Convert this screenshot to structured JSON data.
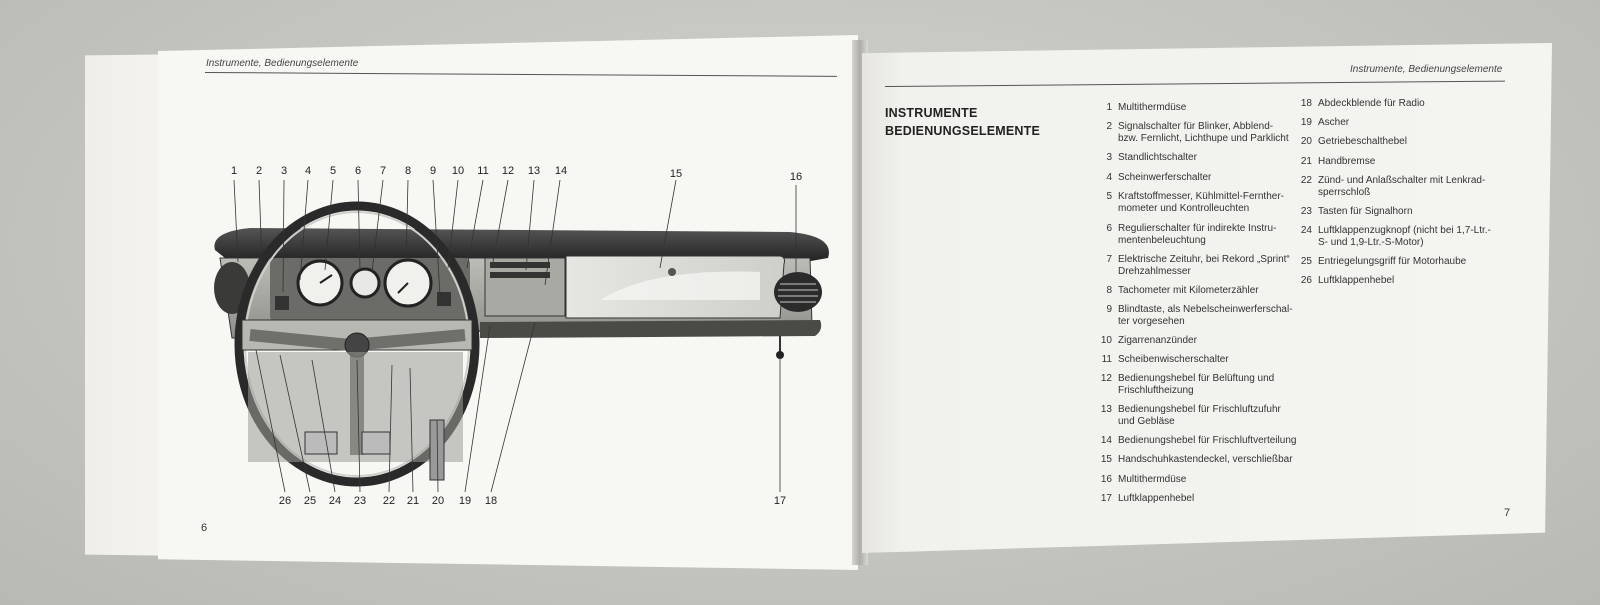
{
  "left_page": {
    "running_head": "Instrumente, Bedienungselemente",
    "page_number": "6"
  },
  "right_page": {
    "running_head": "Instrumente, Bedienungselemente",
    "page_number": "7",
    "section_title_line1": "INSTRUMENTE",
    "section_title_line2": "BEDIENUNGSELEMENTE"
  },
  "diagram_callouts_top": [
    "1",
    "2",
    "3",
    "4",
    "5",
    "6",
    "7",
    "8",
    "9",
    "10",
    "11",
    "12",
    "13",
    "14",
    "15",
    "16"
  ],
  "diagram_callouts_bottom": [
    "26",
    "25",
    "24",
    "23",
    "22",
    "21",
    "20",
    "19",
    "18",
    "17"
  ],
  "legend_col1": [
    {
      "num": "1",
      "lines": [
        "Multithermdüse"
      ]
    },
    {
      "num": "2",
      "lines": [
        "Signalschalter für Blinker, Abblend-",
        "bzw. Fernlicht, Lichthupe und Parklicht"
      ]
    },
    {
      "num": "3",
      "lines": [
        "Standlichtschalter"
      ]
    },
    {
      "num": "4",
      "lines": [
        "Scheinwerferschalter"
      ]
    },
    {
      "num": "5",
      "lines": [
        "Kraftstoffmesser, Kühlmittel-Fernther-",
        "mometer und Kontrolleuchten"
      ]
    },
    {
      "num": "6",
      "lines": [
        "Regulierschalter für indirekte Instru-",
        "mentenbeleuchtung"
      ]
    },
    {
      "num": "7",
      "lines": [
        "Elektrische Zeituhr, bei Rekord „Sprint“",
        "Drehzahlmesser"
      ]
    },
    {
      "num": "8",
      "lines": [
        "Tachometer mit Kilometerzähler"
      ]
    },
    {
      "num": "9",
      "lines": [
        "Blindtaste, als Nebelscheinwerferschal-",
        "ter vorgesehen"
      ]
    },
    {
      "num": "10",
      "lines": [
        "Zigarrenanzünder"
      ]
    },
    {
      "num": "11",
      "lines": [
        "Scheibenwischerschalter"
      ]
    },
    {
      "num": "12",
      "lines": [
        "Bedienungshebel für Belüftung und",
        "Frischluftheizung"
      ]
    },
    {
      "num": "13",
      "lines": [
        "Bedienungshebel für Frischluftzufuhr",
        "und Gebläse"
      ]
    },
    {
      "num": "14",
      "lines": [
        "Bedienungshebel für Frischluftverteilung"
      ]
    },
    {
      "num": "15",
      "lines": [
        "Handschuhkastendeckel, verschließbar"
      ]
    },
    {
      "num": "16",
      "lines": [
        "Multithermdüse"
      ]
    },
    {
      "num": "17",
      "lines": [
        "Luftklappenhebel"
      ]
    }
  ],
  "legend_col2": [
    {
      "num": "18",
      "lines": [
        "Abdeckblende für Radio"
      ]
    },
    {
      "num": "19",
      "lines": [
        "Ascher"
      ]
    },
    {
      "num": "20",
      "lines": [
        "Getriebeschalthebel"
      ]
    },
    {
      "num": "21",
      "lines": [
        "Handbremse"
      ]
    },
    {
      "num": "22",
      "lines": [
        "Zünd- und Anlaßschalter mit Lenkrad-",
        "sperrschloß"
      ]
    },
    {
      "num": "23",
      "lines": [
        "Tasten für Signalhorn"
      ]
    },
    {
      "num": "24",
      "lines": [
        "Luftklappenzugknopf (nicht bei 1,7-Ltr.-",
        "S- und 1,9-Ltr.-S-Motor)"
      ]
    },
    {
      "num": "25",
      "lines": [
        "Entriegelungsgriff für Motorhaube"
      ]
    },
    {
      "num": "26",
      "lines": [
        "Luftklappenhebel"
      ]
    }
  ]
}
